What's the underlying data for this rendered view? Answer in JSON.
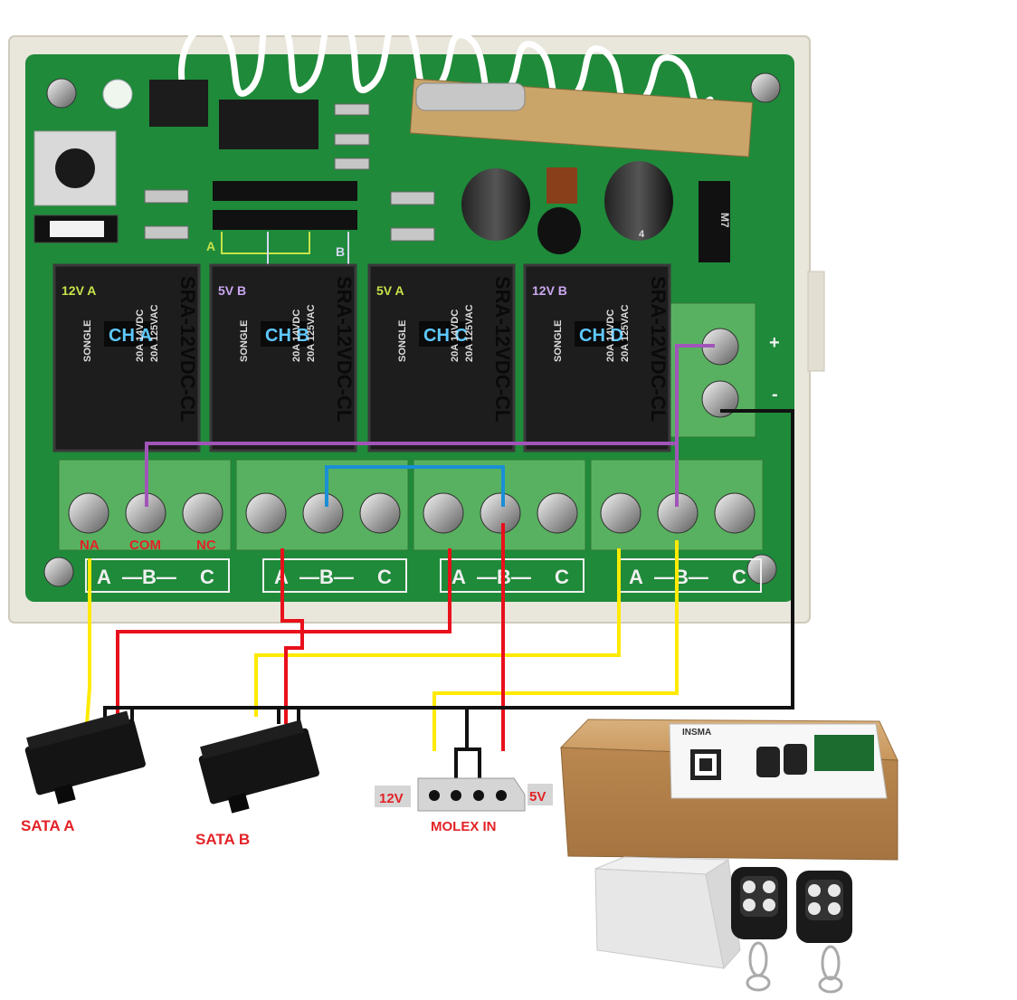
{
  "board": {
    "channels": [
      {
        "id": "a",
        "tag": "CH A",
        "voltage": "12V A",
        "voltage_color": "#c6e34a"
      },
      {
        "id": "b",
        "tag": "CH B",
        "voltage": "5V B",
        "voltage_color": "#c9a7ee"
      },
      {
        "id": "c",
        "tag": "CH C",
        "voltage": "5V A",
        "voltage_color": "#c6e34a"
      },
      {
        "id": "d",
        "tag": "CH D",
        "voltage": "12V B",
        "voltage_color": "#c9a7ee"
      }
    ],
    "relay_model": "SRA-12VDC-CL",
    "relay_brand": "SONGLE",
    "relay_rating_1": "20A 14VDC",
    "relay_rating_2": "20A 125VAC",
    "jumper_a": "A",
    "jumper_b": "B",
    "terminal_sequence": [
      "A",
      "—B—",
      "C"
    ],
    "pin_labels": {
      "na": "NA",
      "com": "COM",
      "nc": "NC"
    },
    "power_terminal": {
      "plus": "+",
      "minus": "-"
    },
    "regulator_mark": "M7",
    "cap_mark": "4"
  },
  "connectors": {
    "sata_a": "SATA A",
    "sata_b": "SATA B",
    "molex": "MOLEX IN",
    "molex_12v": "12V",
    "molex_5v": "5V"
  },
  "product_box": {
    "brand": "INSMA"
  },
  "colors": {
    "pcb": "#1f8a3a",
    "enclosure": "#e9e6dc",
    "wire_yellow": "#ffea00",
    "wire_red": "#e8101a",
    "wire_black": "#111111",
    "wire_purple": "#a155b9",
    "wire_blue": "#1a8fd6",
    "label_red": "#e32227"
  }
}
